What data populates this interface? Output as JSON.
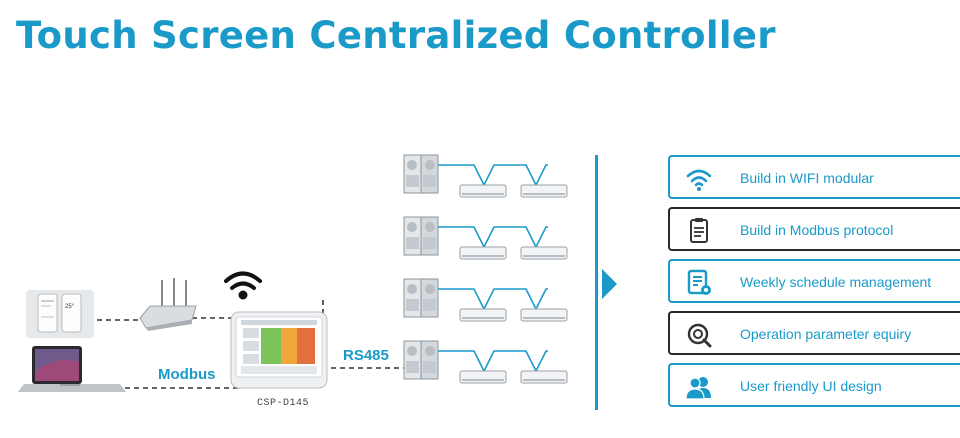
{
  "title": "Touch Screen Centralized Controller",
  "labels": {
    "modbus": "Modbus",
    "rs485": "RS485",
    "model": "CSP-D145"
  },
  "features": [
    {
      "label": "Build in WIFI modular",
      "icon": "wifi-icon",
      "border": "blue"
    },
    {
      "label": "Build in Modbus protocol",
      "icon": "clipboard-icon",
      "border": "dark"
    },
    {
      "label": "Weekly schedule management",
      "icon": "schedule-settings-icon",
      "border": "blue"
    },
    {
      "label": "Operation parameter equiry",
      "icon": "magnifier-icon",
      "border": "dark"
    },
    {
      "label": "User friendly UI design",
      "icon": "users-icon",
      "border": "blue"
    }
  ],
  "colors": {
    "accent": "#1a9ac8",
    "dark_border": "#2a2a2a",
    "line": "#1a9ac8",
    "dashed": "#333333"
  }
}
